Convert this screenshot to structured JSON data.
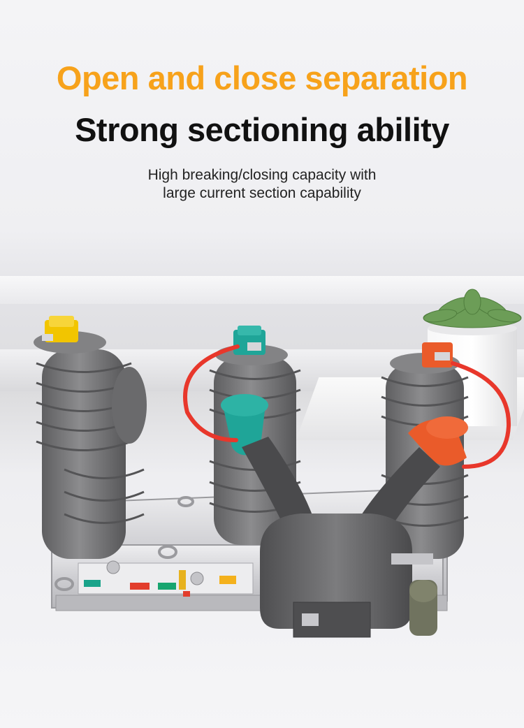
{
  "headline": {
    "primary": "Open and close separation",
    "secondary": "Strong sectioning ability",
    "description_line_1": "High breaking/closing capacity with",
    "description_line_2": "large current section capability"
  },
  "colors": {
    "headline_accent": "#f7a21b",
    "headline_main": "#111111",
    "cap_yellow": "#f2c500",
    "cap_teal": "#1fa598",
    "cap_orange": "#ea5b2a",
    "cable_red": "#e8372b",
    "insulator_gray": "#7b7b7d",
    "housing_steel": "#d7d7da"
  }
}
